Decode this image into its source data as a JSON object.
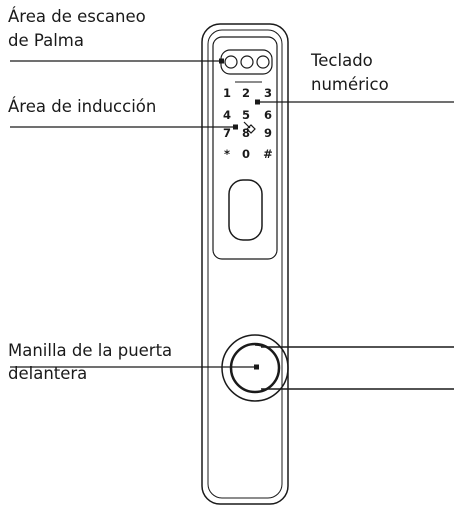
{
  "labels": {
    "palm_line1": "Área de escaneo",
    "palm_line2": "de Palma",
    "induction": "Área de inducción",
    "keypad_line1": "Teclado",
    "keypad_line2": "numérico",
    "handle_line1": "Manilla de la puerta",
    "handle_line2": "delantera"
  },
  "keypad": {
    "keys": [
      "1",
      "2",
      "3",
      "4",
      "5",
      "6",
      "7",
      "8",
      "9",
      "*",
      "0",
      "#"
    ]
  },
  "colors": {
    "stroke": "#1a1a1a",
    "background": "#ffffff"
  }
}
